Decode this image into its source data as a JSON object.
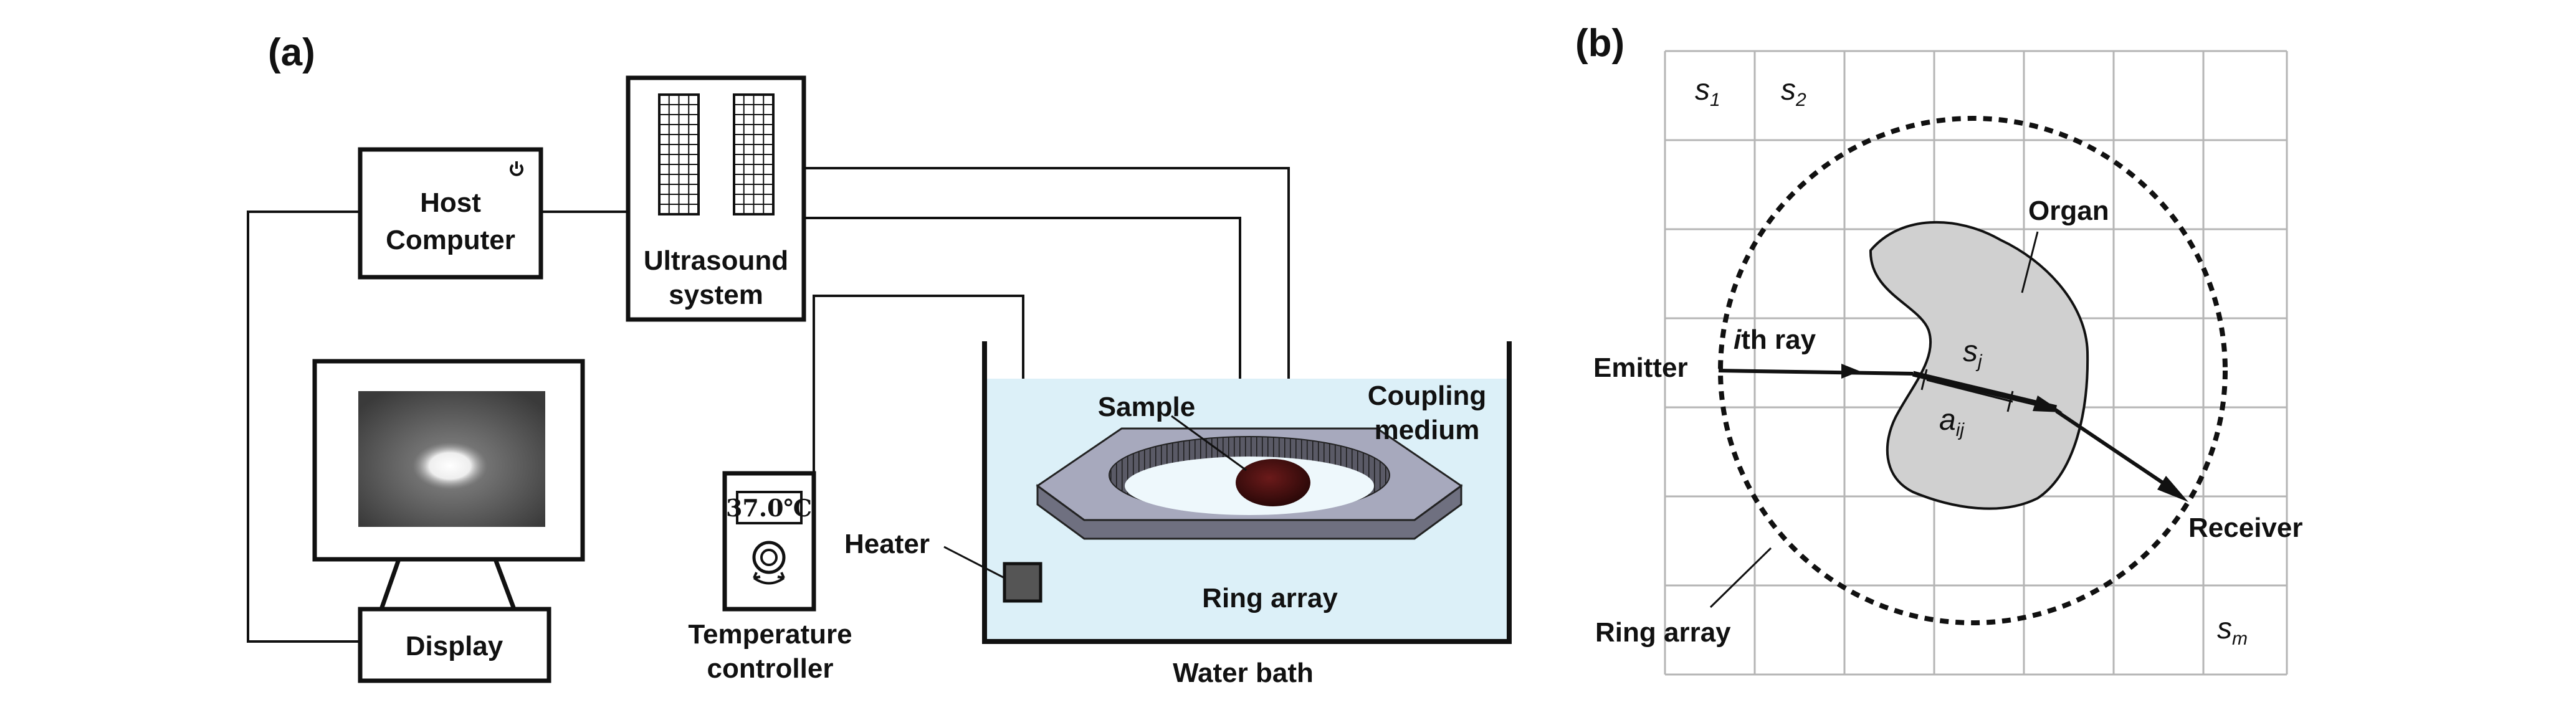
{
  "panel_a": {
    "label": "(a)",
    "host_computer": [
      "Host",
      "Computer"
    ],
    "ultrasound_system": [
      "Ultrasound",
      "system"
    ],
    "display": "Display",
    "temperature_reading": "37.0℃",
    "temperature_controller": [
      "Temperature",
      "controller"
    ],
    "heater": "Heater",
    "sample": "Sample",
    "coupling_medium": [
      "Coupling",
      "medium"
    ],
    "ring_array": "Ring array",
    "water_bath": "Water bath",
    "colors": {
      "water": "#dcf0f8",
      "ring_top": "#a7a9bd",
      "ring_side": "#6f7080",
      "sample": "#3a0e0e"
    }
  },
  "panel_b": {
    "label": "(b)",
    "s1": "s",
    "s1_sub": "1",
    "s2": "s",
    "s2_sub": "2",
    "sm": "s",
    "sm_sub": "m",
    "sj": "s",
    "sj_sub": "j",
    "aij": "a",
    "aij_sub": "ij",
    "organ": "Organ",
    "emitter": "Emitter",
    "ray_prefix": "i",
    "ray_suffix": "th ray",
    "receiver": "Receiver",
    "ring_array": "Ring array",
    "colors": {
      "organ": "#d0d0d0",
      "grid": "#b5b5b5"
    }
  }
}
